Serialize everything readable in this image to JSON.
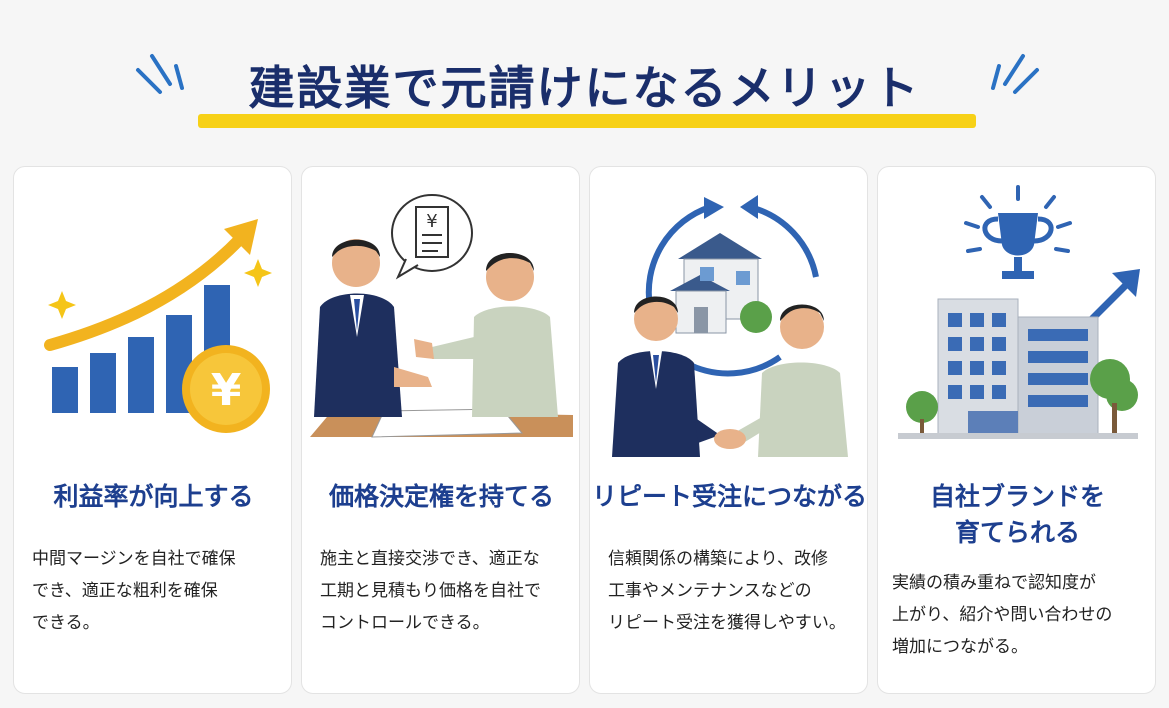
{
  "title": "建設業で元請けになるメリット",
  "colors": {
    "navy": "#1a2e6b",
    "blue": "#1d3f8f",
    "yellow": "#f7d117",
    "gold": "#f2b31f"
  },
  "cards": [
    {
      "heading": "利益率が向上する",
      "desc_lines": [
        "中間マージンを自社で確保",
        "でき、適正な粗利を確保",
        "できる。"
      ],
      "illustration": "bar-chart-yen-icon",
      "coin_symbol": "¥"
    },
    {
      "heading": "価格決定権を持てる",
      "desc_lines": [
        "施主と直接交渉でき、適正な",
        "工期と見積もり価格を自社で",
        "コントロールできる。"
      ],
      "illustration": "negotiation-icon",
      "bubble_symbol": "¥"
    },
    {
      "heading": "リピート受注につながる",
      "desc_lines": [
        "信頼関係の構築により、改修",
        "工事やメンテナンスなどの",
        "リピート受注を獲得しやすい。"
      ],
      "illustration": "handshake-house-icon"
    },
    {
      "heading_lines": [
        "自社ブランドを",
        "育てられる"
      ],
      "desc_lines": [
        "実績の積み重ねで認知度が",
        "上がり、紹介や問い合わせの",
        "増加につながる。"
      ],
      "illustration": "building-trophy-icon"
    }
  ]
}
